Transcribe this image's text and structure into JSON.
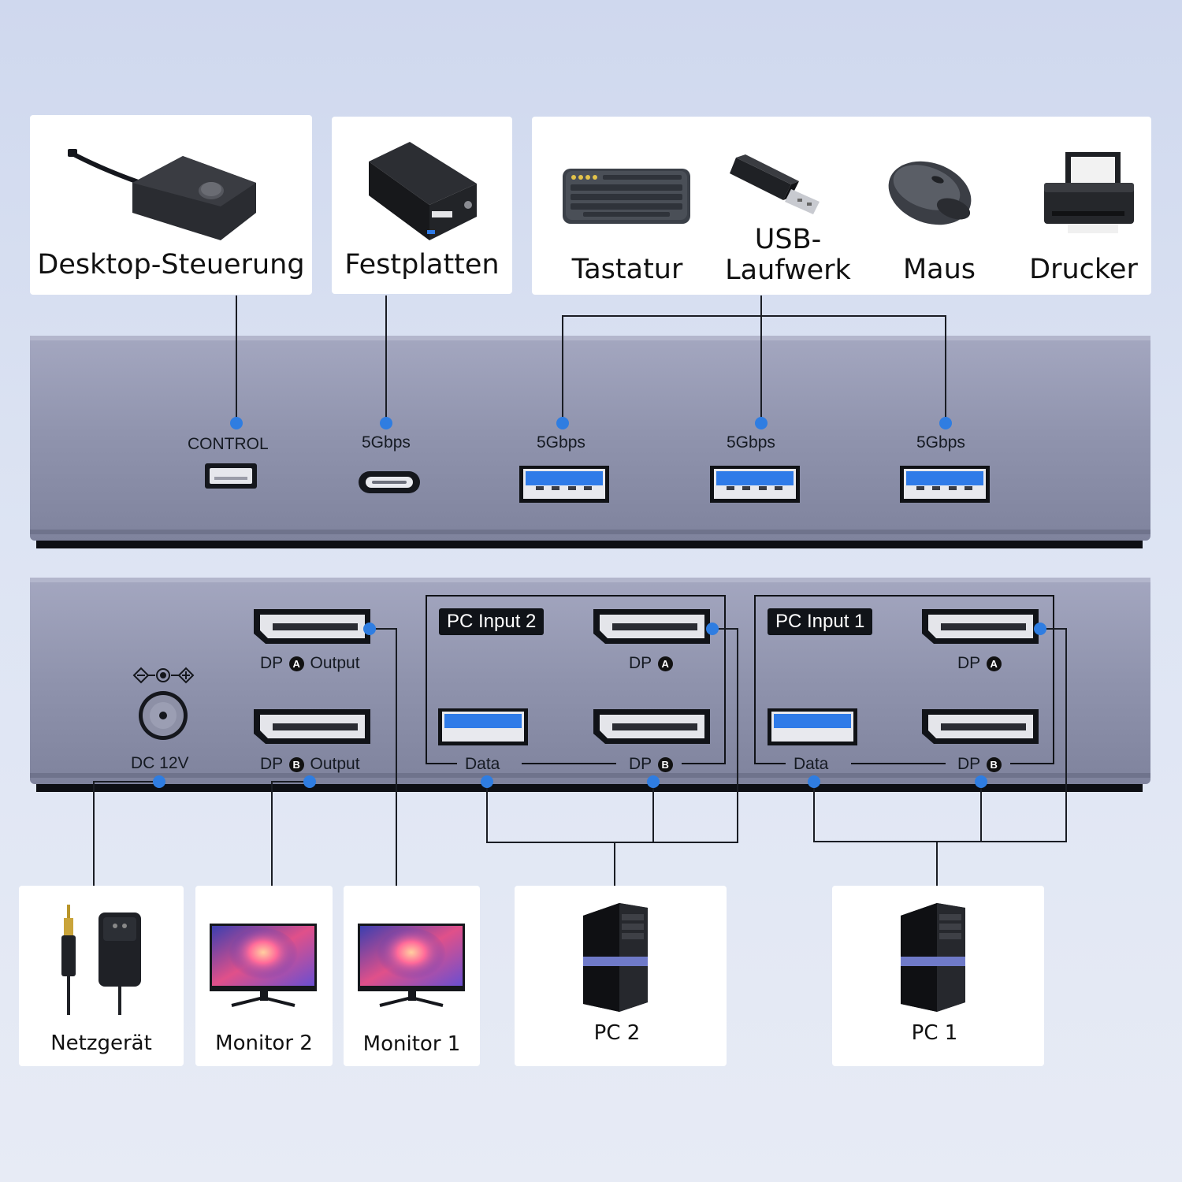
{
  "top_devices": {
    "desktop_control": "Desktop-Steuerung",
    "hard_drives": "Festplatten",
    "keyboard": "Tastatur",
    "usb_drive_line1": "USB-",
    "usb_drive_line2": "Laufwerk",
    "mouse": "Maus",
    "printer": "Drucker"
  },
  "front_panel": {
    "control": "CONTROL",
    "usb_c_speed": "5Gbps",
    "usb_a1_speed": "5Gbps",
    "usb_a2_speed": "5Gbps",
    "usb_a3_speed": "5Gbps"
  },
  "rear_panel": {
    "dc_label": "DC 12V",
    "dp_a_output": "DP",
    "dp_a_output_letter": "A",
    "dp_a_output_suffix": "Output",
    "dp_b_output": "DP",
    "dp_b_output_letter": "B",
    "dp_b_output_suffix": "Output",
    "pc_input_2": {
      "title": "PC Input 2",
      "dp_a": "DP",
      "dp_a_letter": "A",
      "data": "Data",
      "dp_b": "DP",
      "dp_b_letter": "B"
    },
    "pc_input_1": {
      "title": "PC Input 1",
      "dp_a": "DP",
      "dp_a_letter": "A",
      "data": "Data",
      "dp_b": "DP",
      "dp_b_letter": "B"
    }
  },
  "bottom_devices": {
    "power_supply": "Netzgerät",
    "monitor_2": "Monitor 2",
    "monitor_1": "Monitor 1",
    "pc_2": "PC 2",
    "pc_1": "PC 1"
  },
  "colors": {
    "accent_dot": "#2f7de1",
    "device_body": "#8f93ad",
    "usb_blue": "#2f7be8"
  }
}
